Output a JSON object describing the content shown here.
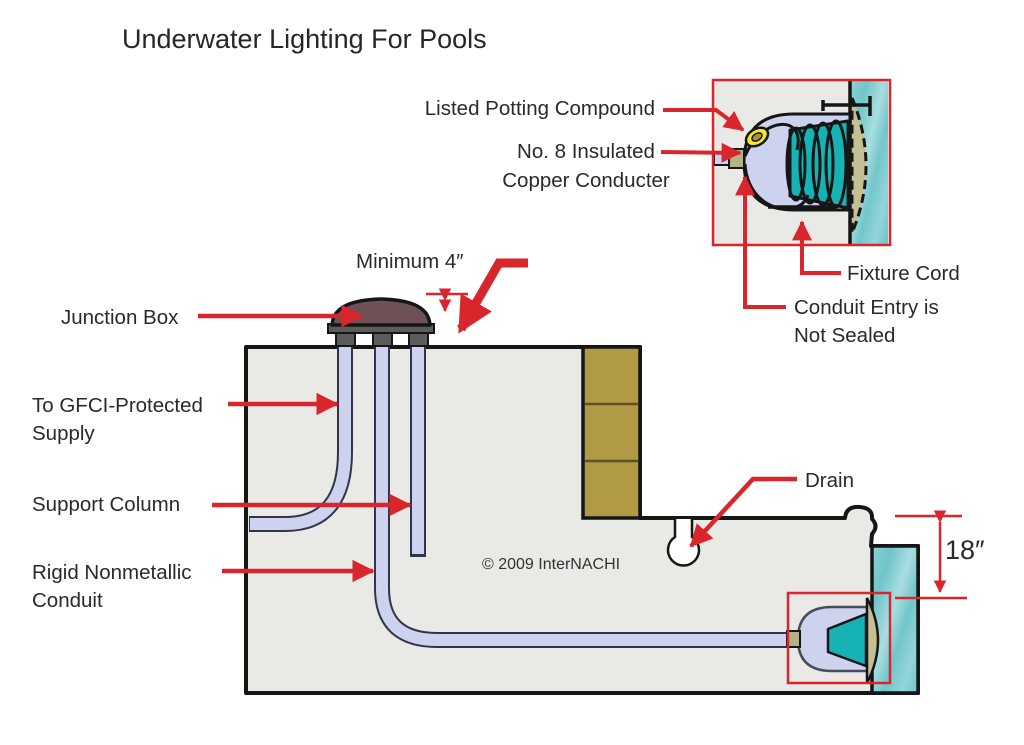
{
  "title": "Underwater Lighting For Pools",
  "labels": {
    "listed_potting_compound": "Listed Potting Compound",
    "no8_line1": "No. 8 Insulated",
    "no8_line2": "Copper Conducter",
    "fixture_cord": "Fixture Cord",
    "conduit_entry_line1": "Conduit Entry is",
    "conduit_entry_line2": "Not Sealed",
    "minimum_4": "Minimum 4″",
    "junction_box": "Junction Box",
    "gfci_line1": "To GFCI-Protected",
    "gfci_line2": "Supply",
    "support_column": "Support Column",
    "rigid_line1": "Rigid Nonmetallic",
    "rigid_line2": "Conduit",
    "drain": "Drain",
    "dimension_18": "18″",
    "copyright": "© 2009 InterNACHI"
  },
  "colors": {
    "annotation_red": "#d9262c",
    "deck_gray": "#e9e9e6",
    "outline_black": "#161616",
    "conduit_lavender": "#cdd3ee",
    "junction_box_maroon": "#6e5156",
    "fitting_gray": "#5c5c5c",
    "tile_khaki": "#b19a46",
    "water_teal": "#76c8cc",
    "lamp_teal": "#17b3b4",
    "lens_tan": "#c3c096",
    "potting_yellow": "#f6e72e"
  }
}
